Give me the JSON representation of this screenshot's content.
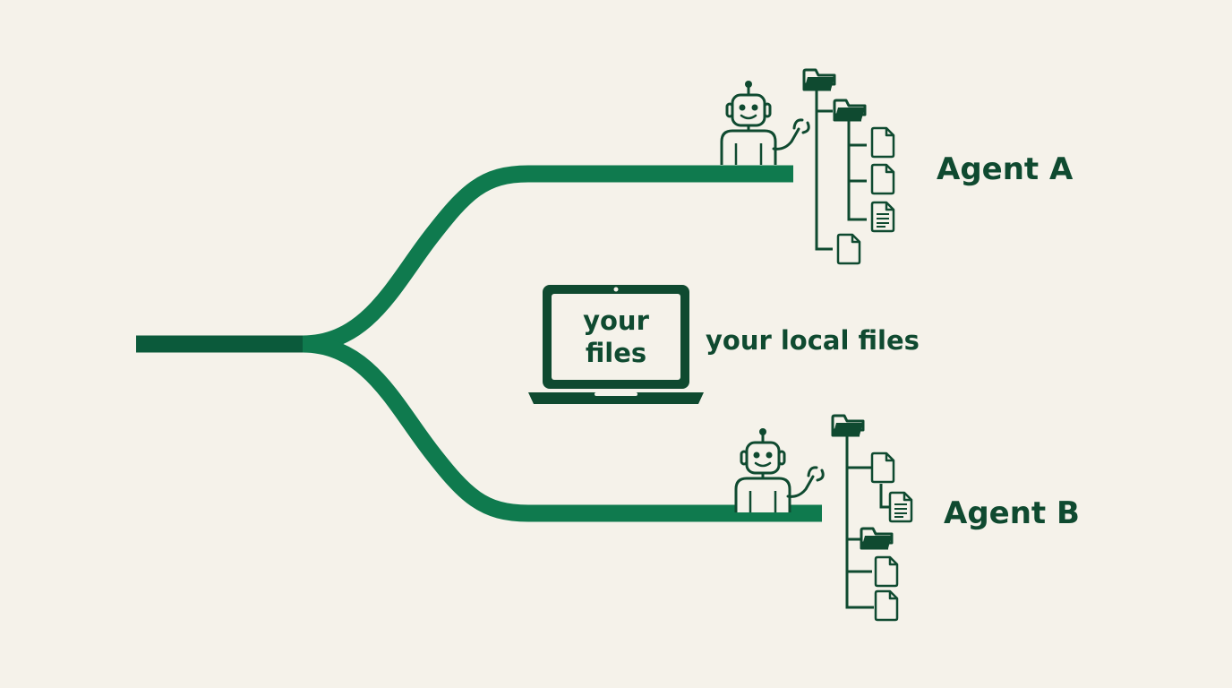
{
  "colors": {
    "background": "#f5f2ea",
    "branch": "#0f7a4e",
    "trunk": "#0b5a3b",
    "ink": "#0f4a30"
  },
  "laptop": {
    "screen_line1": "your",
    "screen_line2": "files"
  },
  "labels": {
    "local": "your local files",
    "agent_a": "Agent A",
    "agent_b": "Agent B"
  },
  "agents": [
    {
      "name": "Agent A",
      "tree": [
        {
          "type": "folder"
        },
        {
          "type": "folder"
        },
        {
          "type": "file"
        },
        {
          "type": "file"
        },
        {
          "type": "document"
        },
        {
          "type": "file"
        }
      ]
    },
    {
      "name": "Agent B",
      "tree": [
        {
          "type": "folder"
        },
        {
          "type": "file"
        },
        {
          "type": "document"
        },
        {
          "type": "folder"
        },
        {
          "type": "file"
        },
        {
          "type": "file"
        }
      ]
    }
  ],
  "icons": [
    "robot-icon",
    "folder-icon",
    "file-icon",
    "document-icon",
    "laptop-icon"
  ]
}
